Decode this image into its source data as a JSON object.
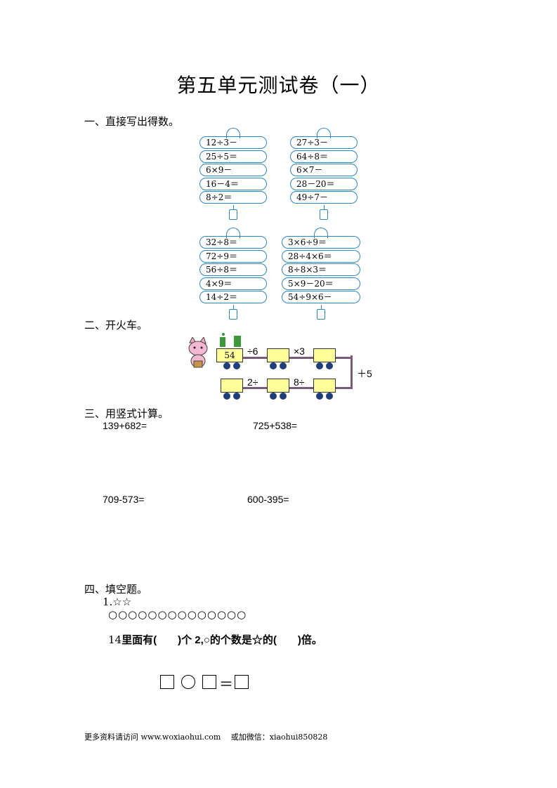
{
  "title": "第五单元测试卷（一）",
  "section1": {
    "heading": "一、直接写出得数。",
    "group_a": [
      "12÷3－",
      "25÷5＝",
      "6×9－",
      "16－4＝",
      "8÷2＝"
    ],
    "group_b": [
      "27÷3－",
      "64÷8＝",
      "6×7－",
      "28－20＝",
      "49÷7－"
    ],
    "group_c": [
      "32÷8＝",
      "72÷9＝",
      "56÷8＝",
      "4×9＝",
      "14÷2＝"
    ],
    "group_d": [
      "3×6÷9＝",
      "28÷4×6＝",
      "8÷8×3＝",
      "5×9－20＝",
      "54÷9×6－"
    ]
  },
  "section2": {
    "heading": "二、开火车。",
    "start": "54",
    "op1": "÷6",
    "op2": "×3",
    "op3": "＋5",
    "op4": "2÷",
    "op5": "8÷"
  },
  "section3": {
    "heading": "三、用竖式计算。",
    "q1": "139+682=",
    "q2": "725+538=",
    "q3": "709-573=",
    "q4": "600-395="
  },
  "section4": {
    "heading": "四、填空题。",
    "q1_label": "1.☆☆",
    "circles": "○○○○○○○○○○○○○○",
    "q1_text_num": "14",
    "q1_text": "里面有(　　)个 2,○的个数是☆的(　　)倍。",
    "eq_sign": "＝"
  },
  "footer": "更多资料请访问 www.woxiaohui.com　 或加微信：xiaohui850828",
  "colors": {
    "pill_border": "#2a86c7",
    "car_fill": "#ffff99",
    "wheel": "#1f3f7a"
  }
}
